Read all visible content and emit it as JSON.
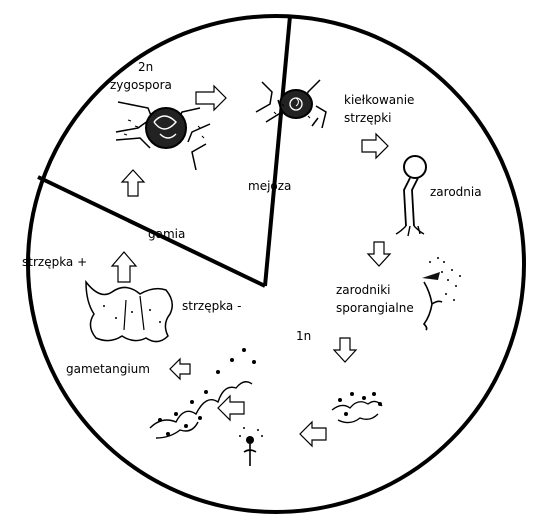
{
  "diagram": {
    "labels": {
      "zygote_ploidy": "2n",
      "zygospore": "zygospora",
      "meiosis": "mejoza",
      "hypha_germination_line1": "kiełkowanie",
      "hypha_germination_line2": "strzępki",
      "sporangium": "zarodnia",
      "gamy": "gamia",
      "hypha_plus": "strzępka +",
      "hypha_minus": "strzępka -",
      "sporangial_spores_line1": "zarodniki",
      "sporangial_spores_line2": "sporangialne",
      "haploid_ploidy": "1n",
      "gametangium": "gametangium"
    }
  }
}
